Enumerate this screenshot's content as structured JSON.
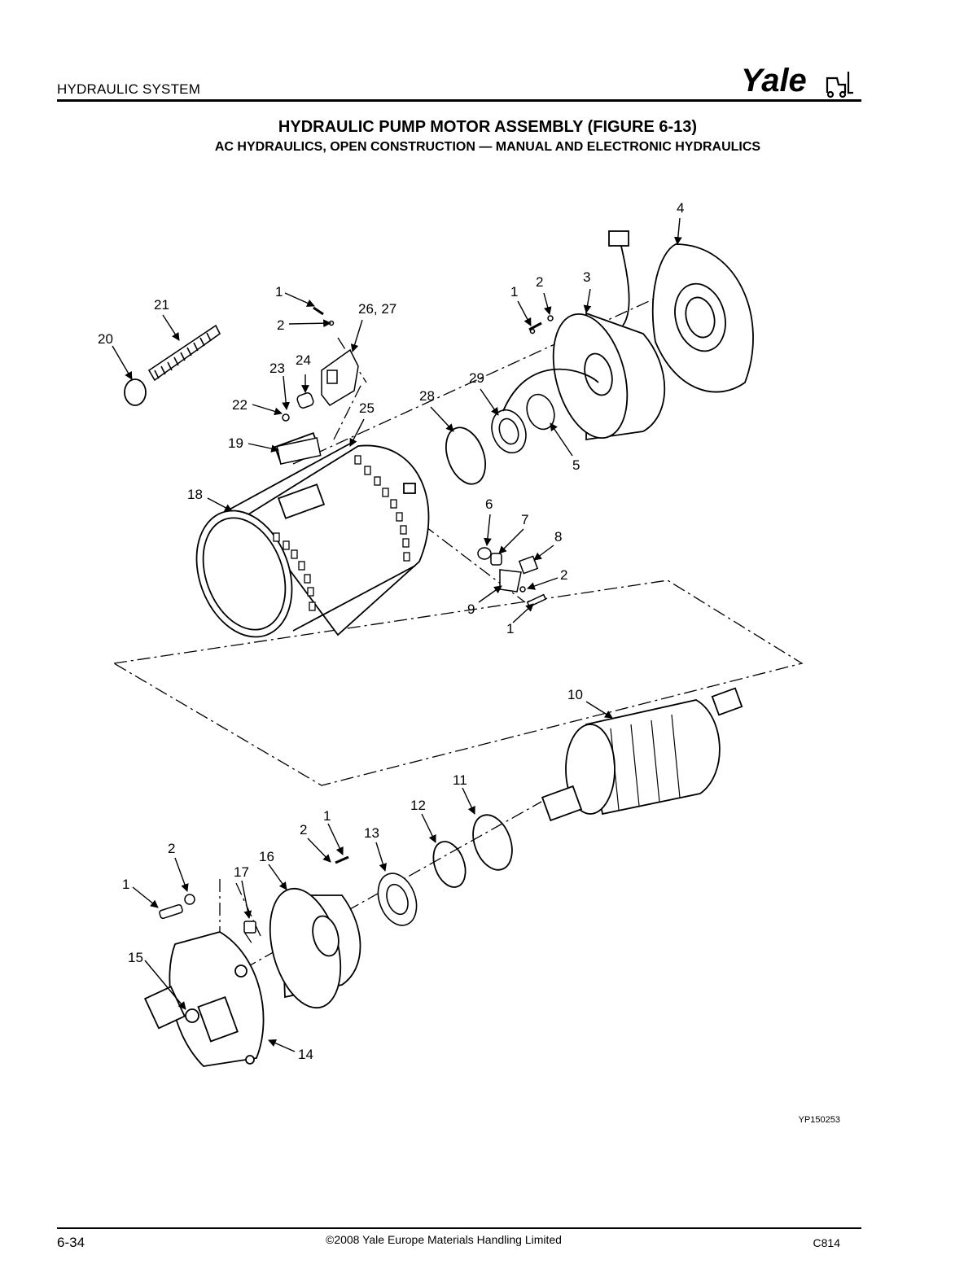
{
  "header": {
    "section_title": "HYDRAULIC SYSTEM",
    "logo_text": "Yale"
  },
  "figure": {
    "title": "HYDRAULIC PUMP MOTOR ASSEMBLY (FIGURE 6-13)",
    "subtitle": "AC HYDRAULICS, OPEN CONSTRUCTION — MANUAL AND ELECTRONIC HYDRAULICS",
    "code": "YP150253"
  },
  "callouts": {
    "c1a": "1",
    "c2a": "2",
    "c26_27": "26, 27",
    "c21": "21",
    "c20": "20",
    "c23": "23",
    "c24": "24",
    "c22": "22",
    "c25": "25",
    "c19": "19",
    "c18": "18",
    "c1b": "1",
    "c2b": "2",
    "c3": "3",
    "c4": "4",
    "c29": "29",
    "c28": "28",
    "c5": "5",
    "c6": "6",
    "c7": "7",
    "c8": "8",
    "c2c": "2",
    "c9": "9",
    "c1c": "1",
    "c10": "10",
    "c11": "11",
    "c12": "12",
    "c1d": "1",
    "c2d": "2",
    "c13": "13",
    "c16": "16",
    "c2e": "2",
    "c1e": "1",
    "c17": "17",
    "c15": "15",
    "c14": "14"
  },
  "footer": {
    "page_number": "6-34",
    "copyright": "©2008 Yale Europe Materials Handling Limited",
    "doc_code": "C814"
  },
  "colors": {
    "ink": "#000000",
    "paper": "#ffffff"
  }
}
